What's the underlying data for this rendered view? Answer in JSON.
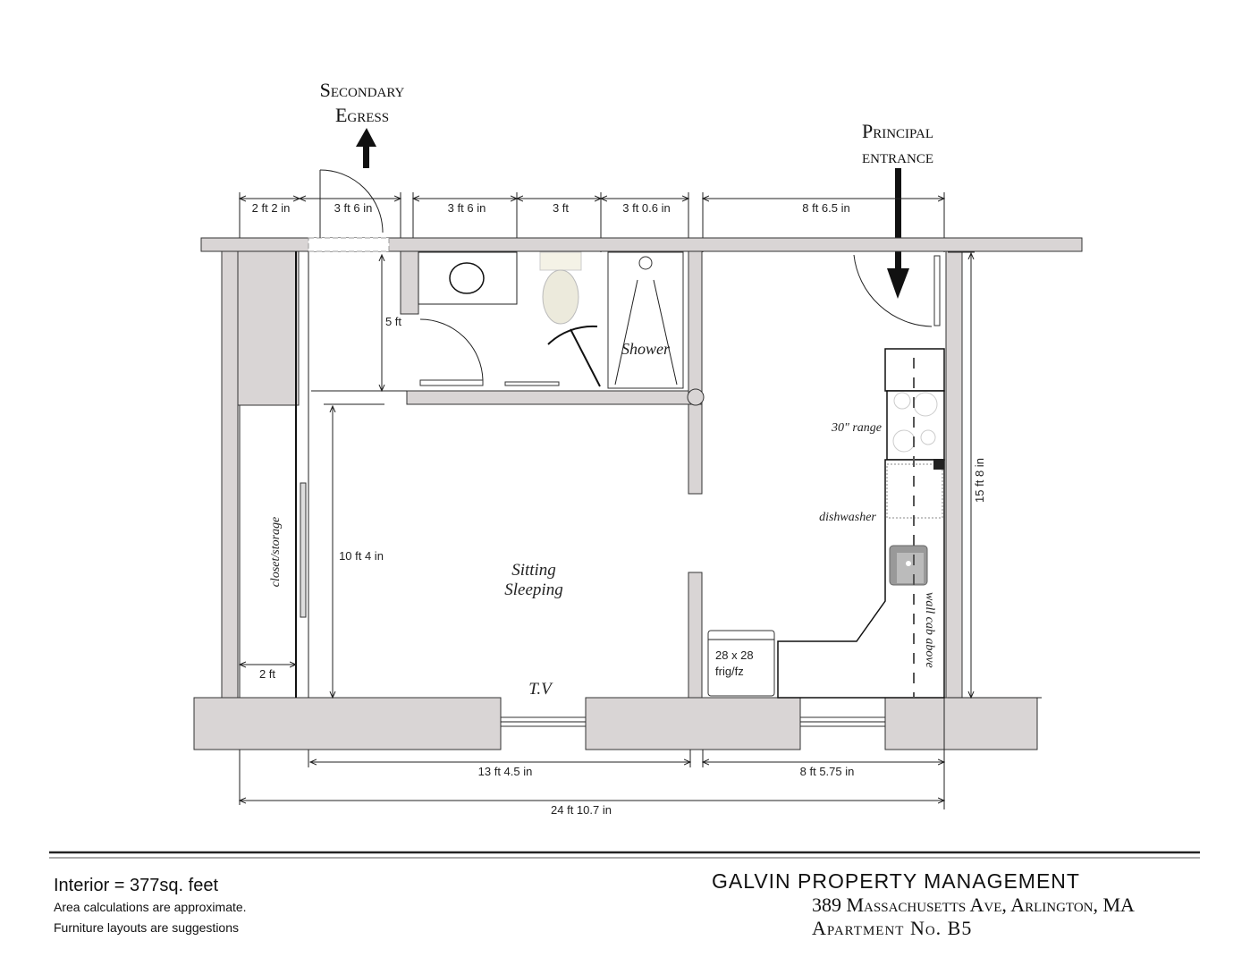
{
  "labels": {
    "secondary_egress_1": "Secondary",
    "secondary_egress_2": "Egress",
    "principal_entrance_1": "Principal",
    "principal_entrance_2": "entrance",
    "shower": "Shower",
    "sitting": "Sitting",
    "sleeping": "Sleeping",
    "tv": "T.V",
    "closet": "closet/storage",
    "range": "30\" range",
    "dishwasher": "dishwasher",
    "wall_cab": "wall cab above",
    "fridge_size": "28 x 28",
    "fridge_label": "frig/fz"
  },
  "dimensions": {
    "top_1": "2 ft 2 in",
    "top_2": "3 ft 6 in",
    "top_3": "3 ft 6 in",
    "top_4": "3 ft",
    "top_5": "3 ft 0.6 in",
    "top_6": "8 ft 6.5 in",
    "bath_height": "5 ft",
    "room_height": "10 ft 4 in",
    "closet_width": "2 ft",
    "right_height": "15 ft 8 in",
    "bottom_left": "13 ft 4.5 in",
    "bottom_right": "8 ft 5.75 in",
    "total_width": "24 ft 10.7 in"
  },
  "footer": {
    "interior": "Interior = 377sq. feet",
    "note_1": "Area calculations are approximate.",
    "note_2": "Furniture layouts are suggestions",
    "company": "GALVIN PROPERTY MANAGEMENT",
    "address": "389 Massachusetts Ave, Arlington, MA",
    "apartment": "Apartment No. B5"
  }
}
